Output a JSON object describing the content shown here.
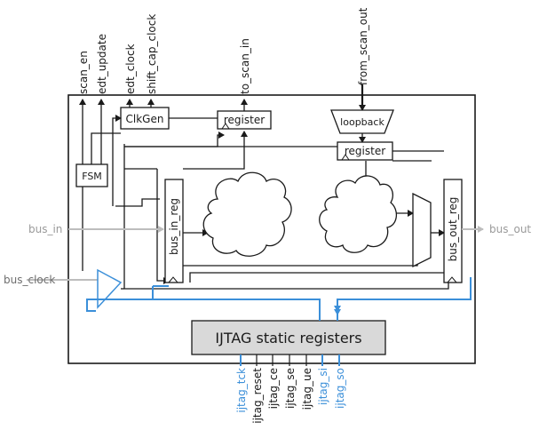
{
  "top_signals": {
    "scan_en": "scan_en",
    "edt_update": "edt_update",
    "edt_clock": "edt_clock",
    "shift_cap_clock": "shift_cap_clock",
    "to_scan_in": "to_scan_in",
    "from_scan_out": "from_scan_out"
  },
  "blocks": {
    "clkgen": "ClkGen",
    "register_top": "register",
    "loopback": "loopback",
    "register_loop": "register",
    "fsm": "FSM",
    "bus_in_reg": "bus_in_reg",
    "bus_out_reg": "bus_out_reg",
    "ijtag": "IJTAG static registers"
  },
  "side_signals": {
    "bus_in": "bus_in",
    "bus_out": "bus_out",
    "bus_clock": "bus_clock"
  },
  "bottom_signals": {
    "ijtag_tck": "ijtag_tck",
    "ijtag_reset": "ijtag_reset",
    "ijtag_ce": "ijtag_ce",
    "ijtag_se": "ijtag_se",
    "ijtag_ue": "ijtag_ue",
    "ijtag_si": "ijtag_si",
    "ijtag_so": "ijtag_so"
  },
  "colors": {
    "wire": "#1a1a1a",
    "ijtag_blue": "#3b8fd9",
    "bus_gray": "#bdbdbd",
    "ijtag_box_fill": "#d9d9d9",
    "label_gray": "#9a9a9a"
  }
}
